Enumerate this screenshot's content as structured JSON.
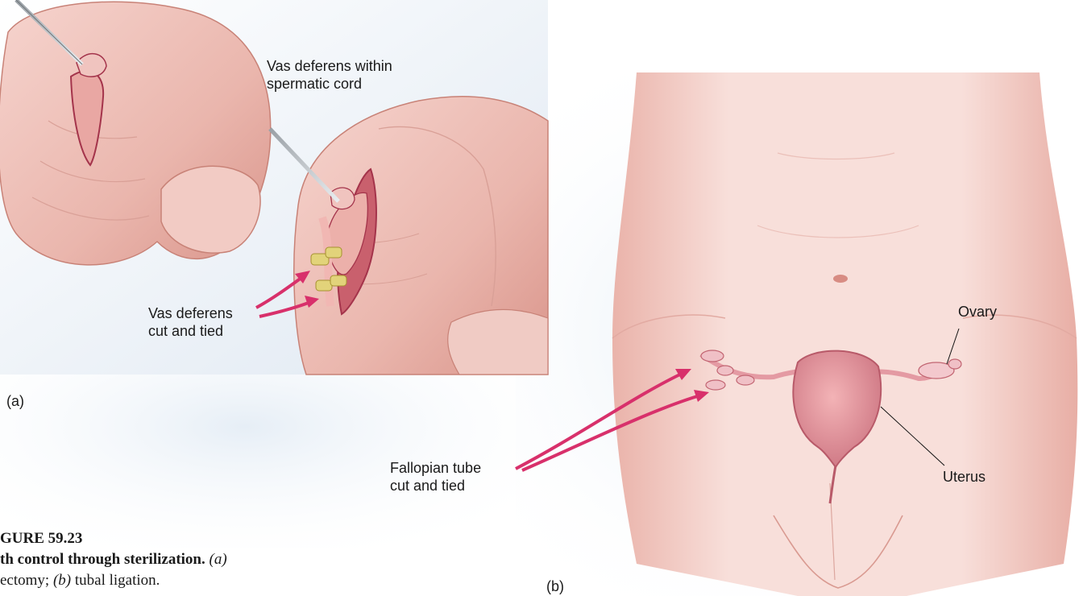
{
  "figure": {
    "panel_a": {
      "panel_label": "(a)",
      "label_top": "Vas deferens within\nspermatic cord",
      "label_cut": "Vas deferens\ncut and tied"
    },
    "panel_b": {
      "panel_label": "(b)",
      "label_ovary": "Ovary",
      "label_uterus": "Uterus",
      "label_fallopian": "Fallopian tube\ncut and tied"
    },
    "caption": {
      "number": "GURE 59.23",
      "title": "th control through sterilization.",
      "part_a_marker": "(a)",
      "line3_start": "ectomy;",
      "part_b_marker": "(b)",
      "line3_end": "tubal ligation."
    }
  }
}
